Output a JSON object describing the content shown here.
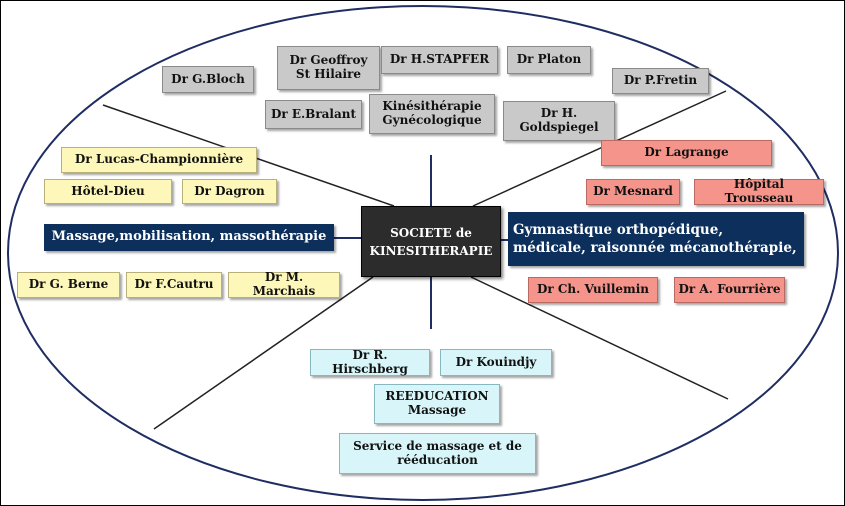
{
  "center": "SOCIETE de KINESITHERAPIE",
  "top": {
    "items": [
      "Dr G.Bloch",
      "Dr Geoffroy St Hilaire",
      "Dr H.STAPFER",
      "Dr Platon",
      "Dr P.Fretin",
      "Dr E.Bralant",
      "Kinésithérapie Gynécologique",
      "Dr H. Goldspiegel"
    ]
  },
  "left": {
    "title": "Massage,mobilisation, massothérapie",
    "items": [
      "Dr Lucas-Championnière",
      "Hôtel-Dieu",
      "Dr Dagron",
      "Dr G. Berne",
      "Dr F.Cautru",
      "Dr M. Marchais"
    ]
  },
  "right": {
    "title": "Gymnastique orthopédique, médicale, raisonnée mécanothérapie,",
    "items": [
      "Dr  Lagrange",
      "Dr Mesnard",
      "Hôpital Trousseau",
      "Dr Ch. Vuillemin",
      "Dr A. Fourrière"
    ]
  },
  "bottom": {
    "items": [
      "Dr R. Hirschberg",
      "Dr Kouindjy",
      "REEDUCATION Massage",
      "Service de  massage et de rééducation"
    ]
  },
  "colors": {
    "top": "#c9c9c9",
    "left": "#fdf8b9",
    "right": "#f5948a",
    "bottom": "#d8f6f9",
    "title": "#0c2f5c",
    "center": "#2c2c2c",
    "lines": "#1f2d63"
  }
}
